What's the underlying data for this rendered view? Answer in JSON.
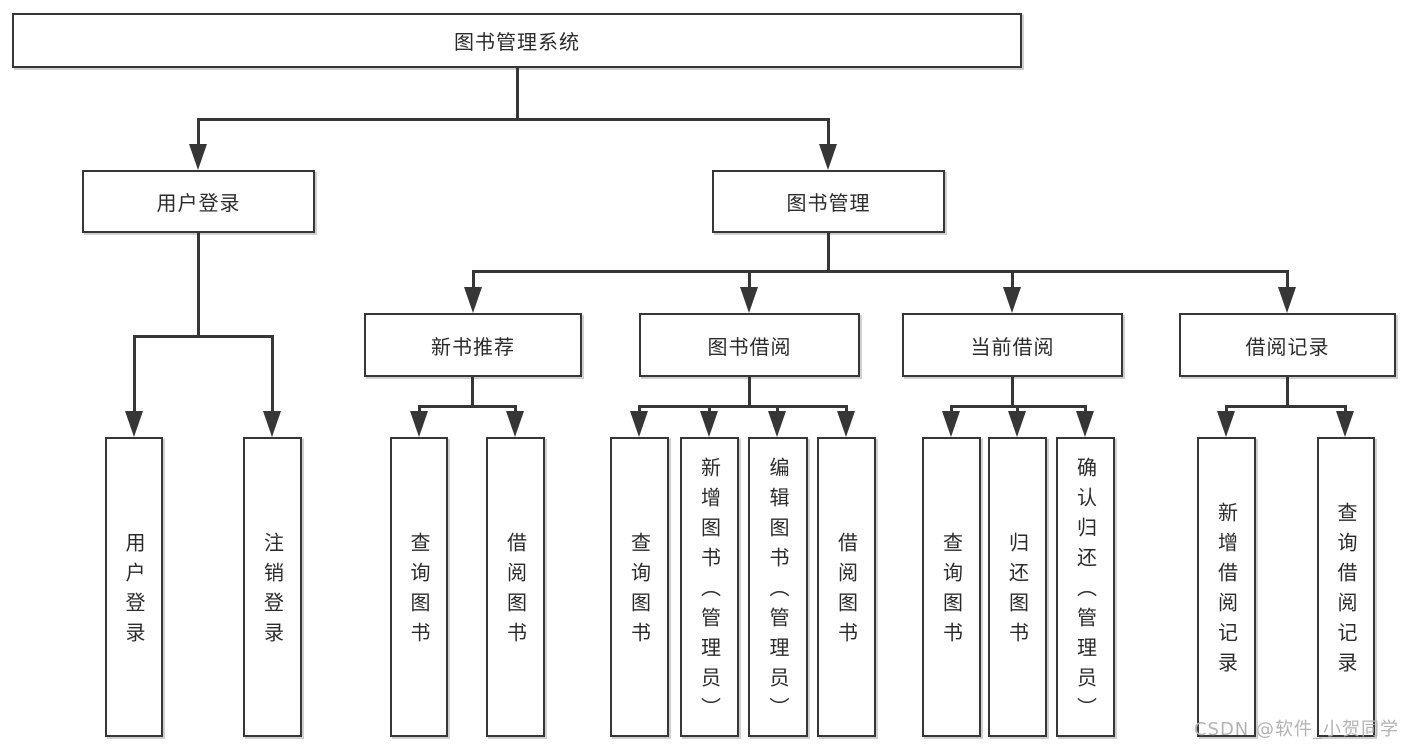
{
  "watermark": "CSDN @软件_小贺同学",
  "colors": {
    "line": "#363636",
    "box_border": "#363636",
    "box_fill": "#ffffff",
    "text": "#2b2b2b",
    "watermark": "#b3b3b3"
  },
  "tree": {
    "root": {
      "label": "图书管理系统",
      "children": [
        {
          "label": "用户登录",
          "children": [
            {
              "label": "用户登录"
            },
            {
              "label": "注销登录"
            }
          ]
        },
        {
          "label": "图书管理",
          "children": [
            {
              "label": "新书推荐",
              "children": [
                {
                  "label": "查询图书"
                },
                {
                  "label": "借阅图书"
                }
              ]
            },
            {
              "label": "图书借阅",
              "children": [
                {
                  "label": "查询图书"
                },
                {
                  "label": "新增图书（管理员）"
                },
                {
                  "label": "编辑图书（管理员）"
                },
                {
                  "label": "借阅图书"
                }
              ]
            },
            {
              "label": "当前借阅",
              "children": [
                {
                  "label": "查询图书"
                },
                {
                  "label": "归还图书"
                },
                {
                  "label": "确认归还（管理员）"
                }
              ]
            },
            {
              "label": "借阅记录",
              "children": [
                {
                  "label": "新增借阅记录"
                },
                {
                  "label": "查询借阅记录"
                }
              ]
            }
          ]
        }
      ]
    }
  }
}
